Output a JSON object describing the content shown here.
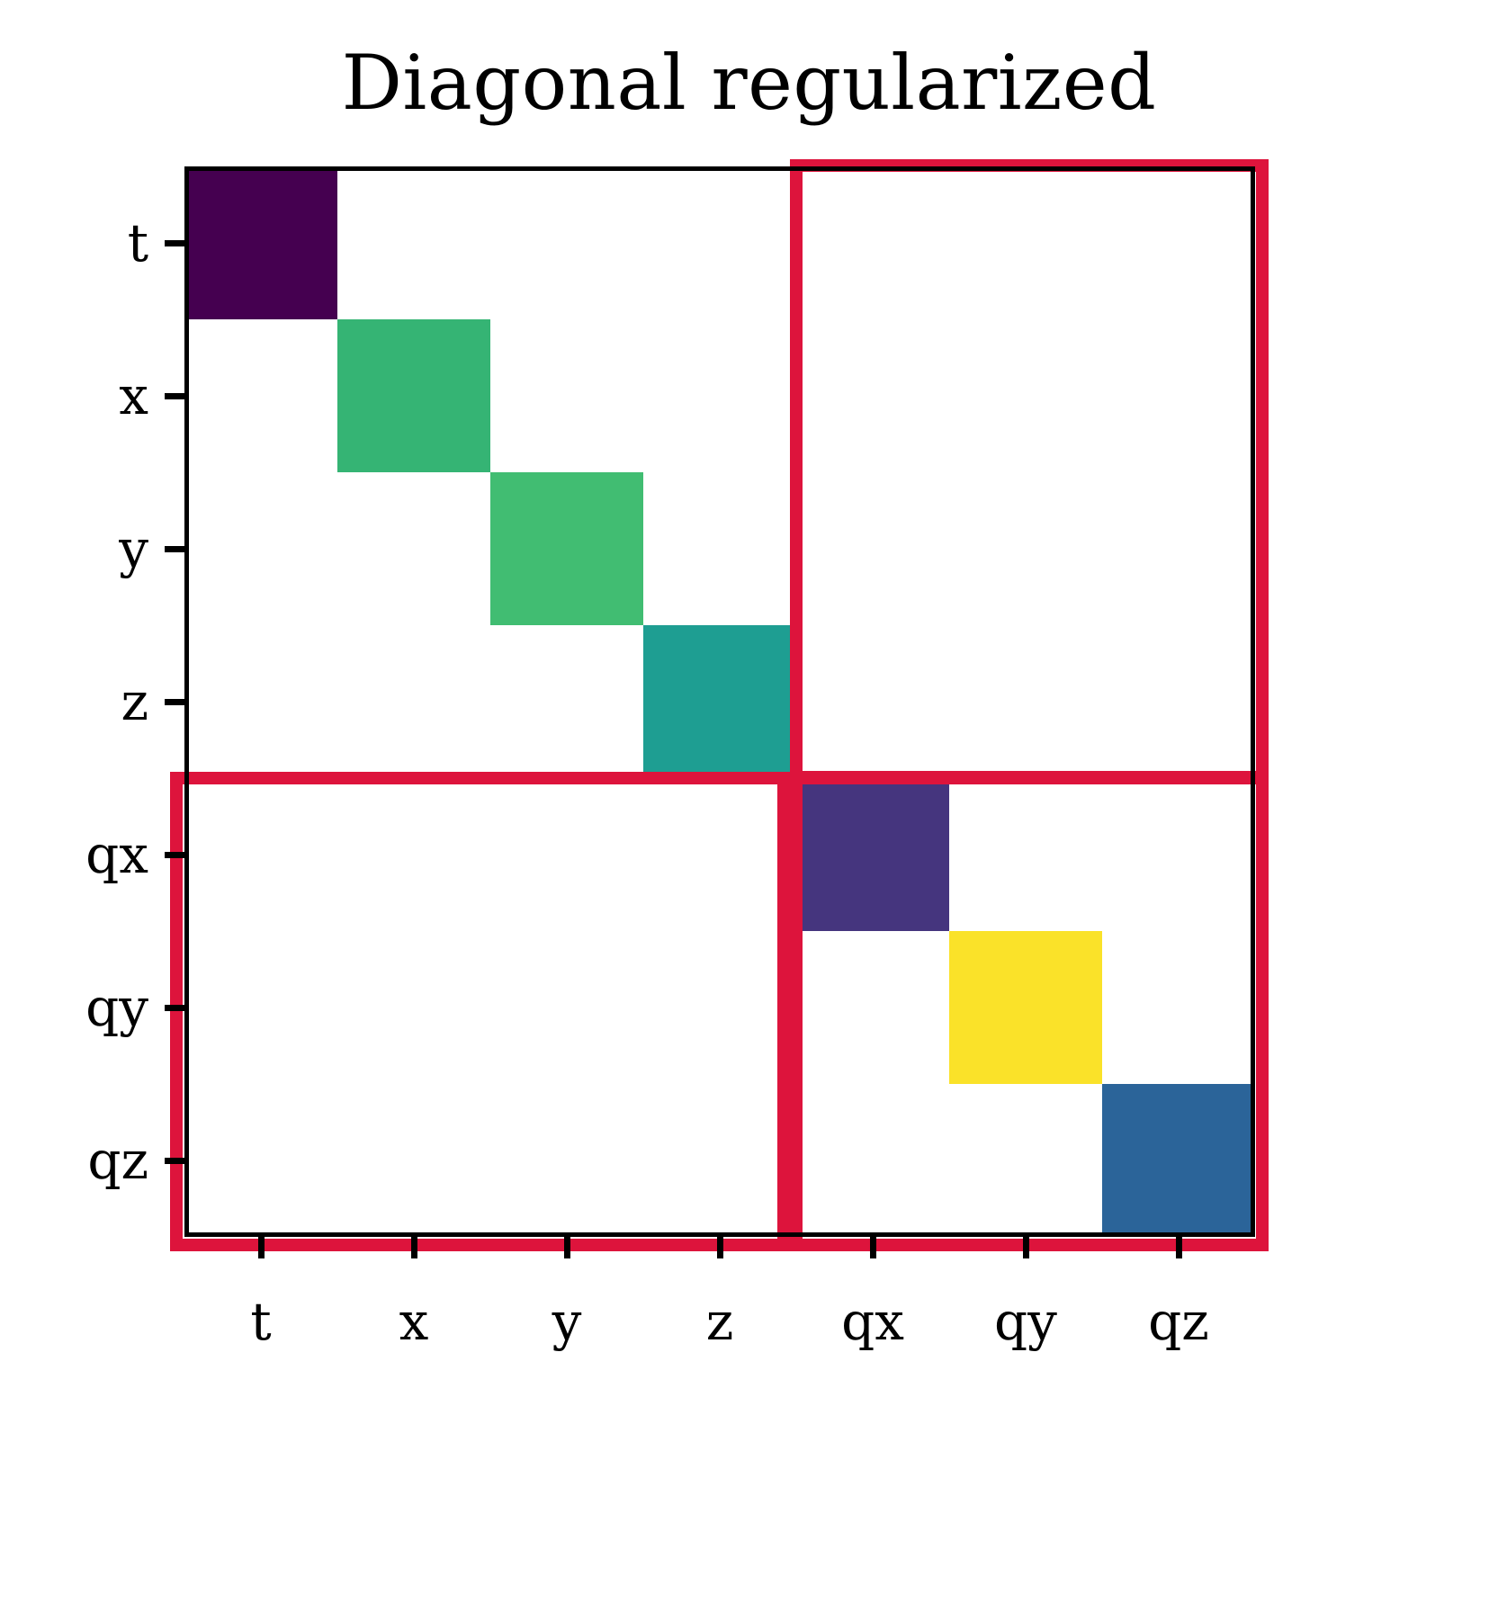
{
  "title": "Diagonal regularized",
  "axes": {
    "x_tick_labels": [
      "t",
      "x",
      "y",
      "z",
      "qx",
      "qy",
      "qz"
    ],
    "y_tick_labels": [
      "t",
      "x",
      "y",
      "z",
      "qx",
      "qy",
      "qz"
    ]
  },
  "colors": {
    "highlight": "#DD143C",
    "frame": "#000000",
    "background": "#ffffff",
    "t": "#450050",
    "x": "#35B474",
    "y": "#41BD72",
    "z": "#1E9E92",
    "qx": "#45357E",
    "qy": "#FAE229",
    "qz": "#2B6499"
  },
  "chart_data": {
    "type": "heatmap",
    "title": "Diagonal regularized",
    "xlabel": "",
    "ylabel": "",
    "grid": false,
    "legend": "none",
    "categories": [
      "t",
      "x",
      "y",
      "z",
      "qx",
      "qy",
      "qz"
    ],
    "x": [
      "t",
      "x",
      "y",
      "z",
      "qx",
      "qy",
      "qz"
    ],
    "y": [
      "t",
      "x",
      "y",
      "z",
      "qx",
      "qy",
      "qz"
    ],
    "note": "Only diagonal entries are filled; all off-diagonal entries are empty (white).",
    "cells": [
      {
        "row": 0,
        "col": 0,
        "row_label": "t",
        "col_label": "t",
        "color": "#450050"
      },
      {
        "row": 1,
        "col": 1,
        "row_label": "x",
        "col_label": "x",
        "color": "#35B474"
      },
      {
        "row": 2,
        "col": 2,
        "row_label": "y",
        "col_label": "y",
        "color": "#41BD72"
      },
      {
        "row": 3,
        "col": 3,
        "row_label": "z",
        "col_label": "z",
        "color": "#1E9E92"
      },
      {
        "row": 4,
        "col": 4,
        "row_label": "qx",
        "col_label": "qx",
        "color": "#45357E"
      },
      {
        "row": 5,
        "col": 5,
        "row_label": "qy",
        "col_label": "qy",
        "color": "#FAE229"
      },
      {
        "row": 6,
        "col": 6,
        "row_label": "qz",
        "col_label": "qz",
        "color": "#2B6499"
      }
    ],
    "highlight_blocks": [
      {
        "name": "top-right-block",
        "rows": [
          0,
          3
        ],
        "cols": [
          4,
          6
        ],
        "color": "#DD143C"
      },
      {
        "name": "bottom-left-block",
        "rows": [
          4,
          6
        ],
        "cols": [
          0,
          3
        ],
        "color": "#DD143C"
      },
      {
        "name": "bottom-right-block",
        "rows": [
          4,
          6
        ],
        "cols": [
          4,
          6
        ],
        "color": "#DD143C"
      }
    ]
  }
}
